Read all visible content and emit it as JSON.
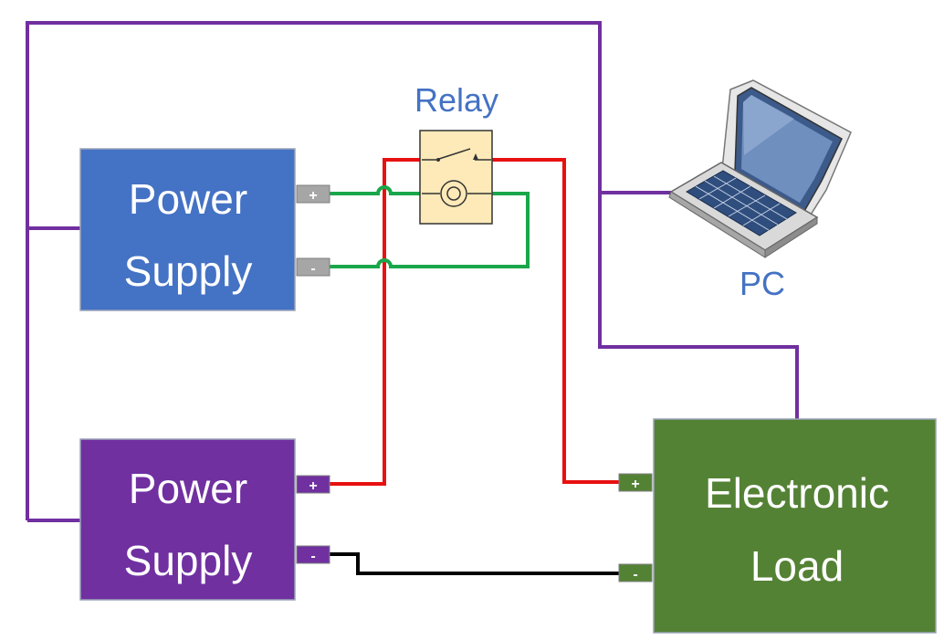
{
  "colors": {
    "control_wire": "#7030a0",
    "positive_wire": "#e81010",
    "relay_coil_wire": "#1aa64a",
    "negative_wire": "#000000",
    "power_supply_1": "#4472c4",
    "power_supply_2": "#7030a0",
    "electronic_load": "#548235",
    "relay_body": "#fdeab8",
    "label_text": "#4472c4"
  },
  "relay": {
    "label": "Relay"
  },
  "pc": {
    "label": "PC",
    "icon": "laptop-icon"
  },
  "power_supply_1": {
    "line1": "Power",
    "line2": "Supply",
    "plus_label": "+",
    "minus_label": "-"
  },
  "power_supply_2": {
    "line1": "Power",
    "line2": "Supply",
    "plus_label": "+",
    "minus_label": "-"
  },
  "electronic_load": {
    "line1": "Electronic",
    "line2": "Load",
    "plus_label": "+",
    "minus_label": "-"
  }
}
